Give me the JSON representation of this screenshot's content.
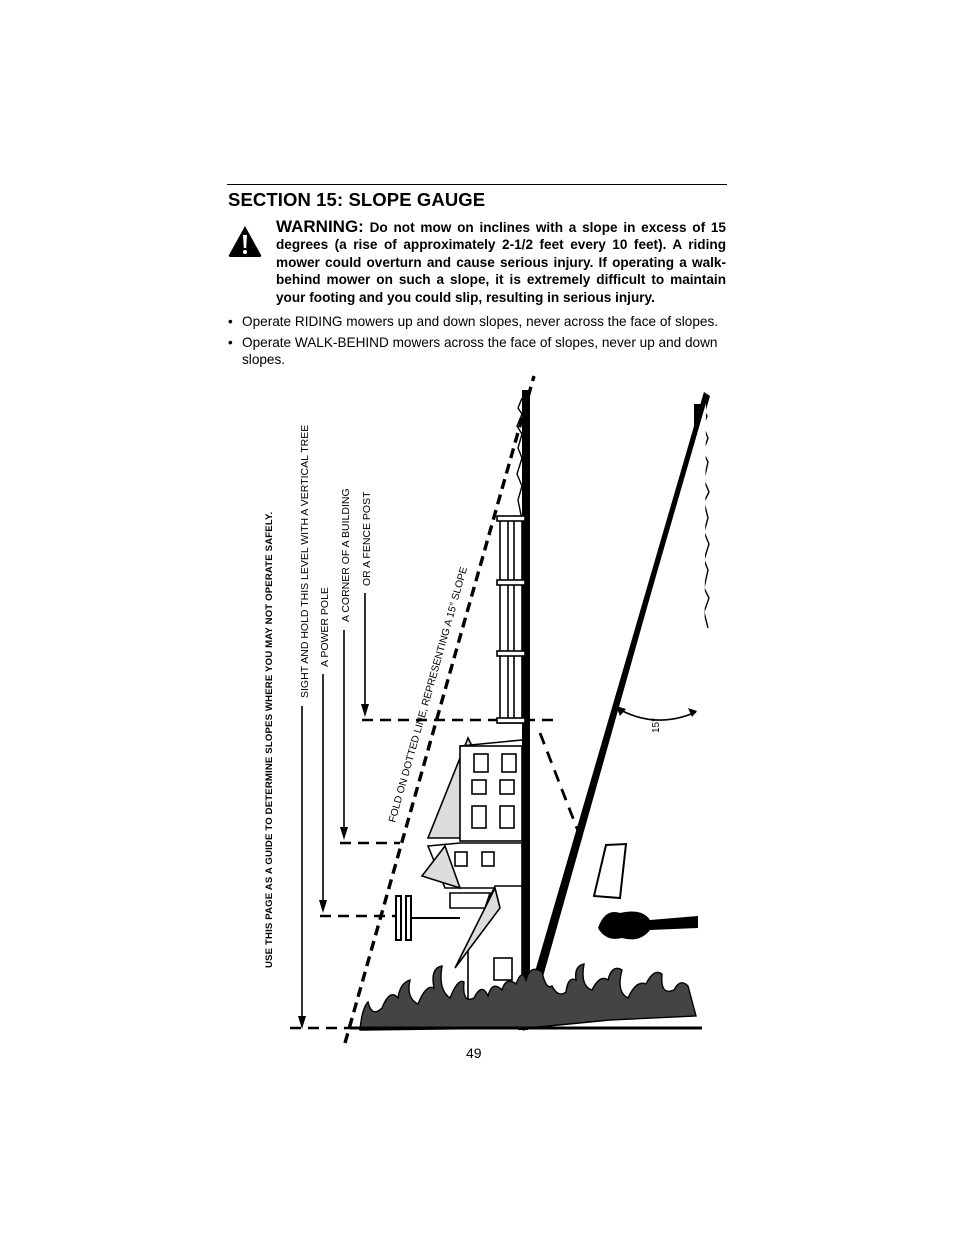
{
  "section": {
    "title": "SECTION 15: SLOPE GAUGE"
  },
  "warning": {
    "icon": "warning-triangle-icon",
    "lead": "WARNING:",
    "text": "Do not mow on inclines with a slope in excess of 15 degrees (a rise of approximately 2-1/2 feet every 10 feet). A riding mower could overturn and cause serious injury. If operating a walk-behind mower on such a slope, it is extremely difficult to maintain your footing and you could slip, resulting in serious injury."
  },
  "bullets": [
    "Operate RIDING mowers up and down slopes, never across the face of slopes.",
    "Operate WALK-BEHIND mowers across the face of slopes, never up and down slopes."
  ],
  "gauge": {
    "guide_text": "USE THIS PAGE AS A GUIDE TO DETERMINE SLOPES WHERE YOU MAY NOT OPERATE SAFELY.",
    "sight_text": "SIGHT AND HOLD THIS LEVEL WITH A VERTICAL TREE",
    "power_pole": "A POWER POLE",
    "building_corner": "A CORNER OF A BUILDING",
    "fence_post": "OR A FENCE POST",
    "fold_line": "FOLD ON DOTTED LINE, REPRESENTING A 15° SLOPE",
    "angle": "15°"
  },
  "page": {
    "number": "49"
  }
}
